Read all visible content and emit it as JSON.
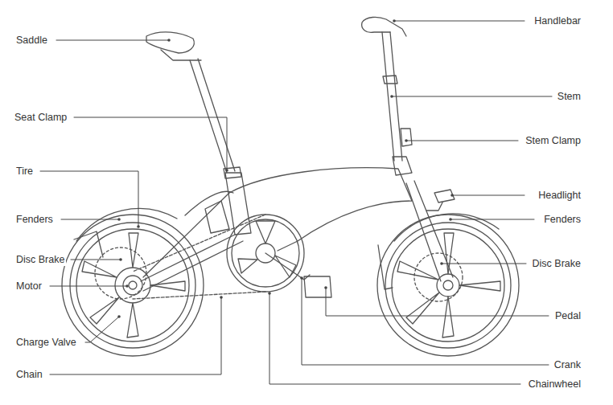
{
  "diagram": {
    "labels": [
      "Saddle",
      "Seat Clamp",
      "Tire",
      "Fenders",
      "Disc Brake",
      "Motor",
      "Charge Valve",
      "Chain",
      "Handlebar",
      "Stem",
      "Stem Clamp",
      "Headlight",
      "Fenders",
      "Disc Brake",
      "Pedal",
      "Crank",
      "Chainwheel"
    ]
  }
}
